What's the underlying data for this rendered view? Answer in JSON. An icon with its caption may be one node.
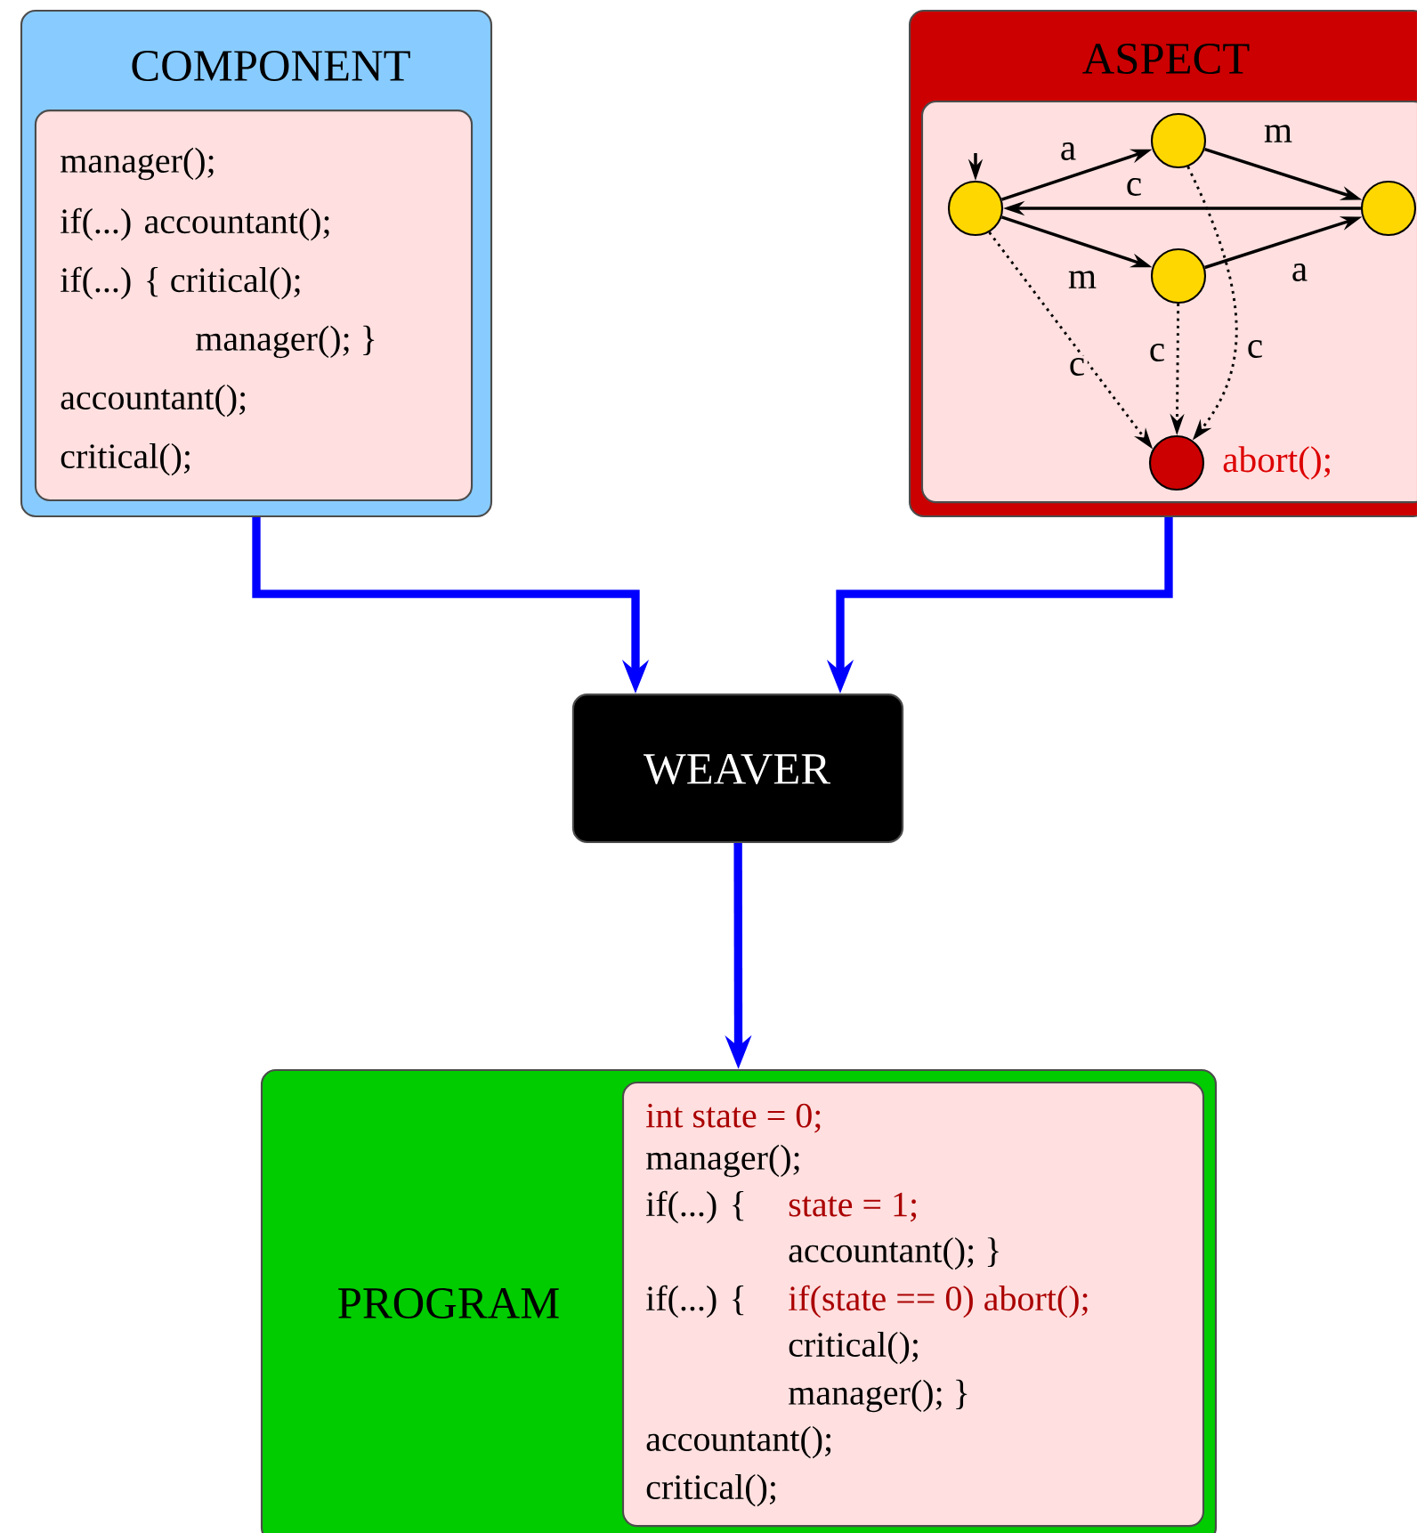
{
  "diagram": {
    "nodes": [
      {
        "text": [
          "COMPONENT"
        ]
      },
      {
        "text": [
          "manager();",
          "if(...) accountant();",
          "if(...) { critical();",
          "manager(); }",
          "accountant();",
          "critical();"
        ],
        "in": 0
      },
      {
        "text": [
          "ASPECT"
        ]
      },
      {
        "text": [],
        "shape": "box",
        "in": 2
      },
      {
        "text": [],
        "shape": "circle",
        "in": 3
      },
      {
        "text": [],
        "shape": "circle",
        "in": 3
      },
      {
        "text": [],
        "shape": "circle",
        "in": 3
      },
      {
        "text": [],
        "shape": "circle",
        "in": 3
      },
      {
        "text": [],
        "shape": "circle",
        "in": 3,
        "beside": [
          "abort();"
        ]
      },
      {
        "text": [
          "WEAVER"
        ]
      },
      {
        "text": [
          "PROGRAM"
        ]
      },
      {
        "text": [
          "int state = 0;",
          "manager();",
          "if(...) {",
          "state = 1;",
          "accountant(); }",
          "if(...) {",
          "if(state == 0) abort();",
          "critical();",
          "manager(); }",
          "accountant();",
          "critical();"
        ],
        "in": 10
      }
    ],
    "edges": [
      {
        "from": null,
        "to": 4,
        "arrow": "to"
      },
      {
        "from": 4,
        "to": 5,
        "arrow": "to",
        "label": "a"
      },
      {
        "from": 5,
        "to": 6,
        "arrow": "to",
        "label": "m"
      },
      {
        "from": 6,
        "to": 4,
        "arrow": "to",
        "label": "c"
      },
      {
        "from": 4,
        "to": 7,
        "arrow": "to",
        "label": "m"
      },
      {
        "from": 7,
        "to": 6,
        "arrow": "to",
        "label": "a"
      },
      {
        "from": 4,
        "to": 8,
        "arrow": "to",
        "label": "c",
        "style": "dashed"
      },
      {
        "from": 7,
        "to": 8,
        "arrow": "to",
        "label": "c",
        "style": "dashed"
      },
      {
        "from": 5,
        "to": 8,
        "arrow": "to",
        "label": "c",
        "style": "dashed"
      },
      {
        "from": 0,
        "to": 9,
        "arrow": "to",
        "style": "thick",
        "color": "#0000ff"
      },
      {
        "from": 2,
        "to": 9,
        "arrow": "to",
        "style": "thick",
        "color": "#0000ff"
      },
      {
        "from": 9,
        "to": 10,
        "arrow": "to",
        "style": "thick",
        "color": "#0000ff"
      }
    ]
  }
}
